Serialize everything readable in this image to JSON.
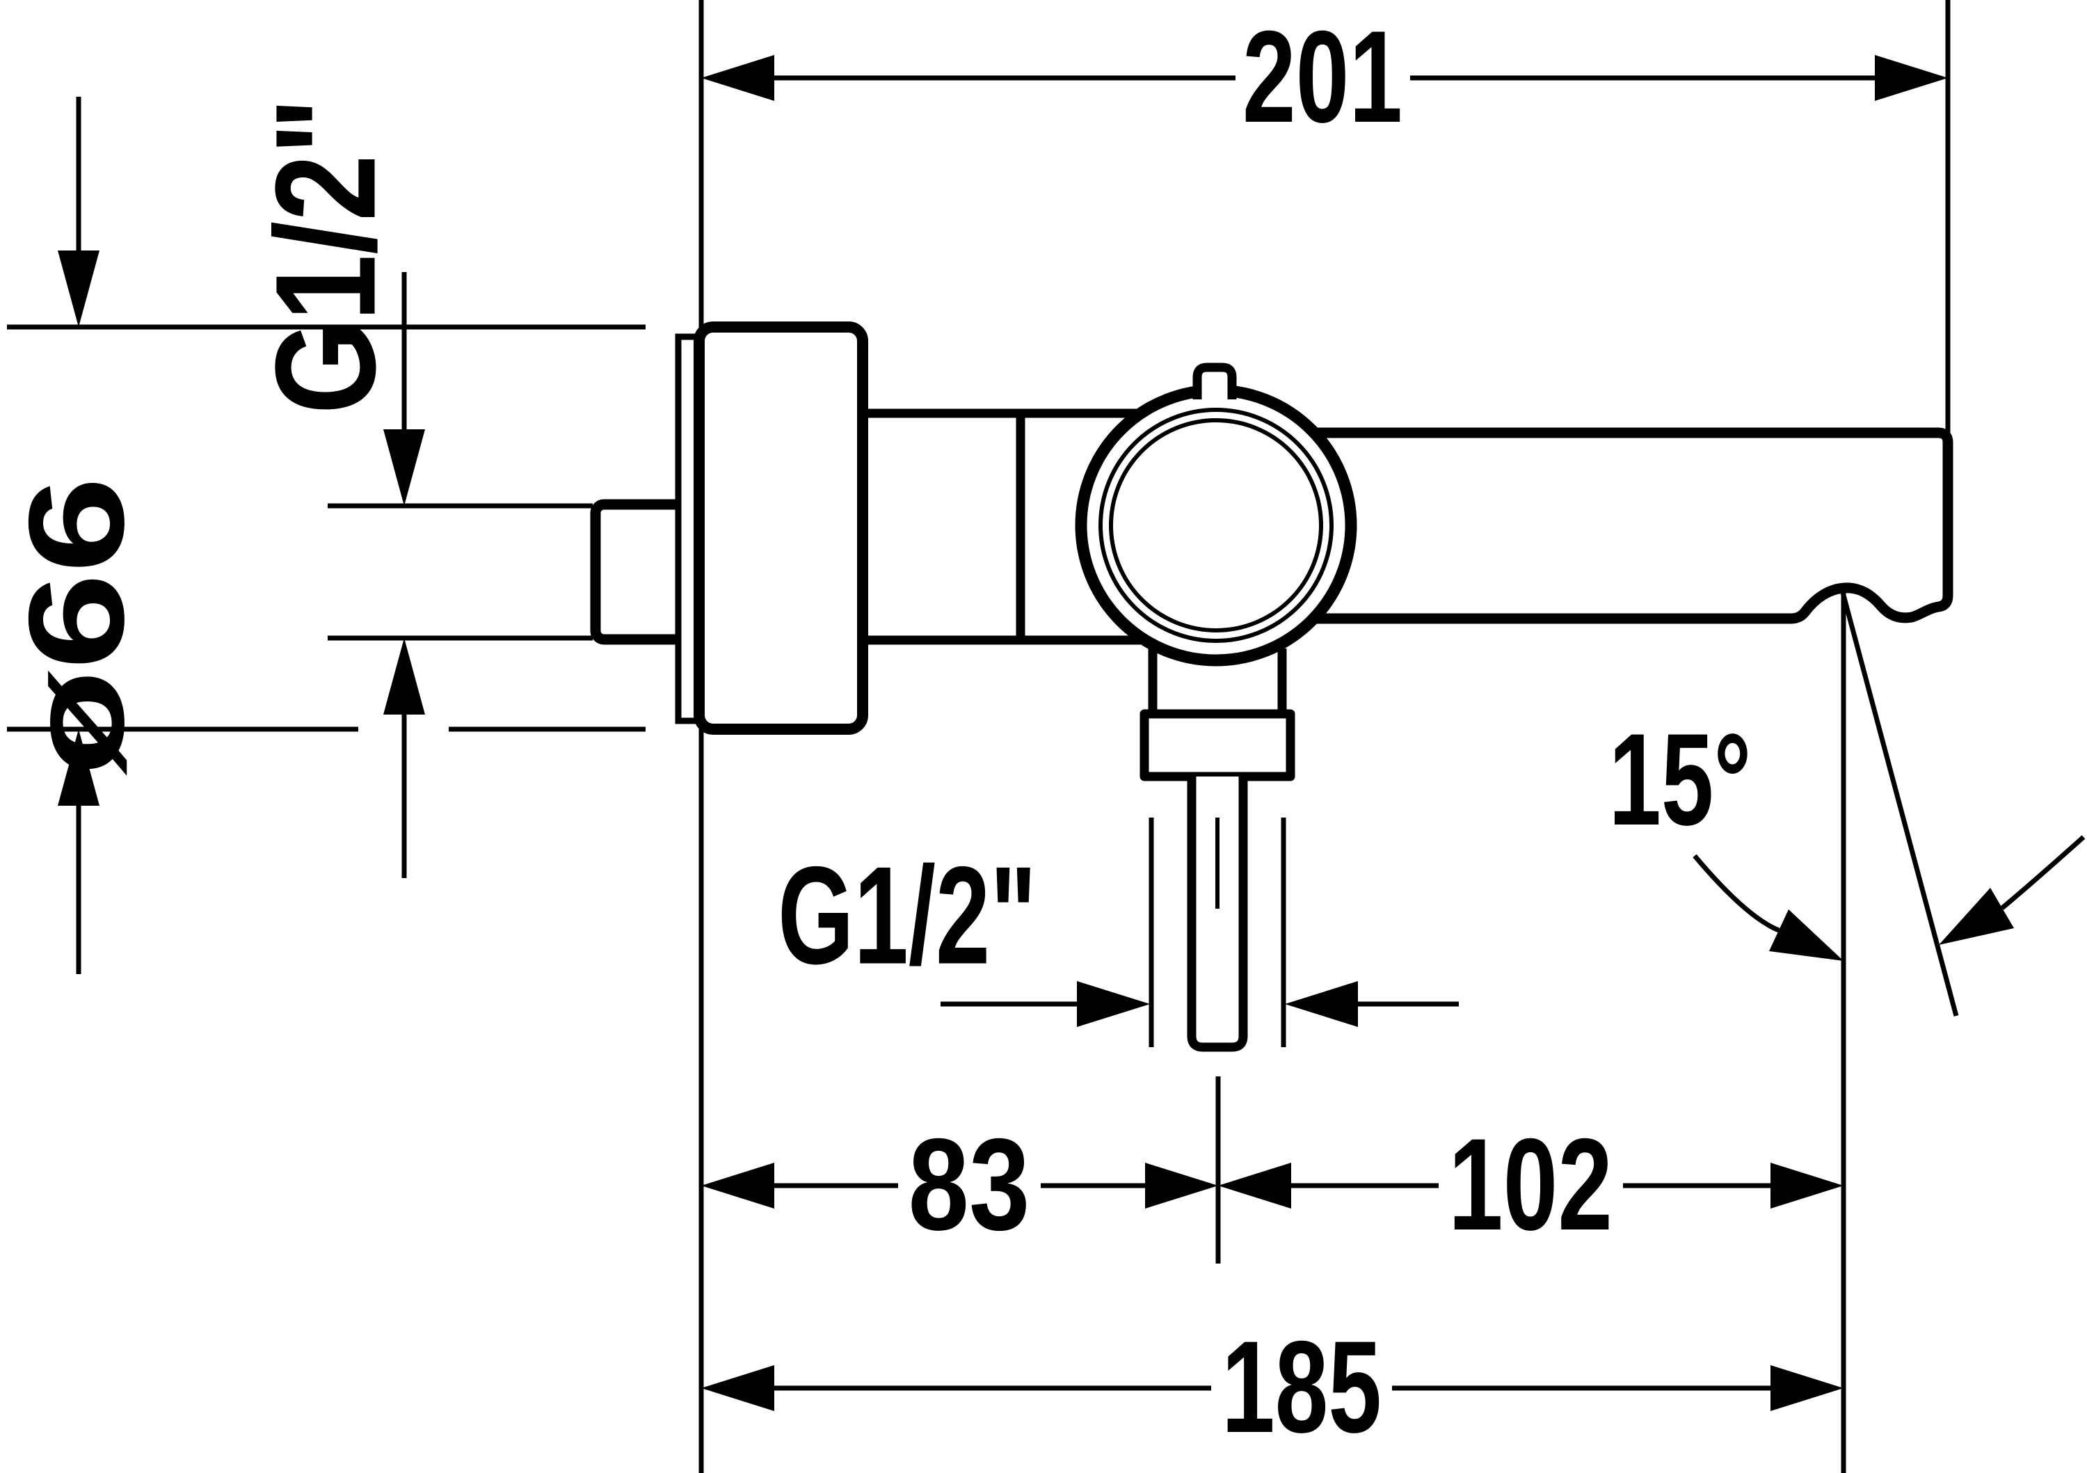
{
  "colors": {
    "ink": "#000000",
    "paper": "#ffffff"
  },
  "labels": {
    "total_projection": "201",
    "wall_to_handle": "83",
    "handle_to_outlet": "102",
    "wall_to_outlet": "185",
    "spout_angle": "15°",
    "inlet_thread": "G1/2\"",
    "outlet_thread": "G1/2\"",
    "escutcheon_diameter": "ø66"
  }
}
